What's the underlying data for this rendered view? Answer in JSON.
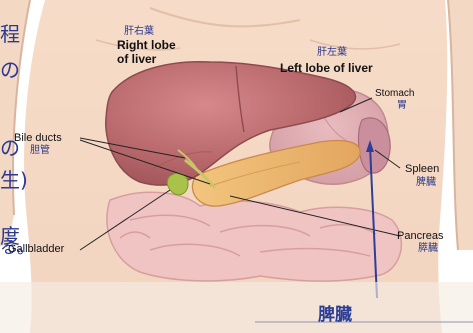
{
  "labels": {
    "right_lobe_jp": "肝右葉",
    "right_lobe_en_1": "Right lobe",
    "right_lobe_en_2": "of liver",
    "left_lobe_jp": "肝左葉",
    "left_lobe_en": "Left lobe of liver",
    "stomach_en": "Stomach",
    "stomach_jp": "胃",
    "bile_ducts_en": "Bile ducts",
    "bile_ducts_jp": "胆管",
    "spleen_en": "Spleen",
    "spleen_jp": "脾臓",
    "gallbladder_en": "Gallbladder",
    "pancreas_en": "Pancreas",
    "pancreas_jp": "膵臓"
  },
  "caption": "脾臓",
  "side_text": [
    "程",
    "の",
    "の",
    "生)",
    "度",
    "る。"
  ]
}
